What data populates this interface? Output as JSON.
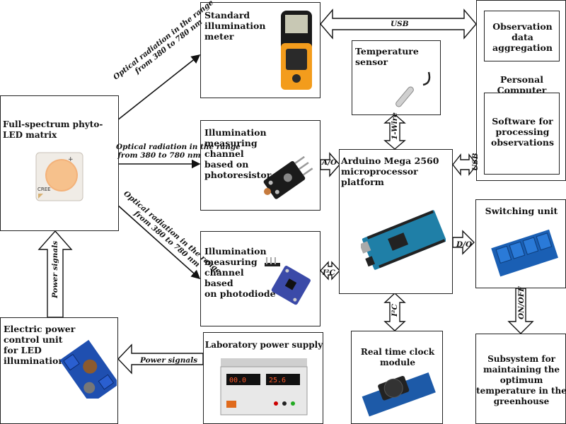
{
  "boxes": {
    "led_matrix": "Full-spectrum phyto-LED matrix",
    "standard_meter": [
      "Standard",
      "illumination",
      "meter"
    ],
    "photoresistor": [
      "Illumination measuring",
      "channel",
      "based on",
      "photoresistor"
    ],
    "photodiode": [
      "Illumination",
      "measuring",
      "channel",
      "based",
      "on photodiode"
    ],
    "temperature": [
      "Temperature",
      "sensor"
    ],
    "arduino": [
      "Arduino Mega 2560",
      "microprocessor platform"
    ],
    "observation": [
      "Observation data",
      "aggregation"
    ],
    "pc": "Personal Computer",
    "software": [
      "Software for",
      "processing",
      "observations"
    ],
    "switching": "Switching unit",
    "subsystem": [
      "Subsystem for",
      "maintaining the optimum",
      "temperature in the",
      "greenhouse"
    ],
    "rtc": "Real time clock module",
    "lab_power": "Laboratory power supply",
    "elec_power": [
      "Electric power",
      "control unit",
      "for LED",
      "illumination"
    ]
  },
  "labels": {
    "optical": [
      "Optical radiation in the range",
      "from 380 to 780 nm"
    ],
    "usb": "USB",
    "one_wire": "1-Wire",
    "ao": "A/O",
    "i2c": "I²C",
    "do": "D/O",
    "on_off": "ON/OFF",
    "power_signals": "Power signals"
  },
  "device_text": {
    "led_brand": "CREE",
    "psu_display_left": "00.0",
    "psu_display_right": "25.6"
  }
}
